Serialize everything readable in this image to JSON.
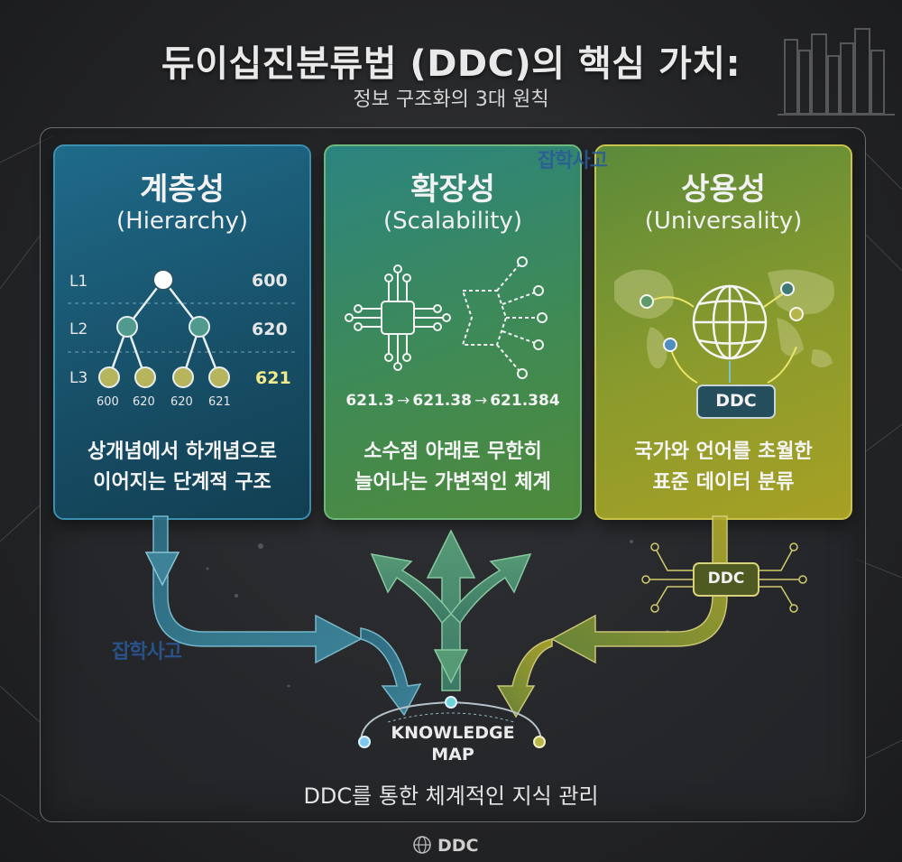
{
  "header": {
    "title": "듀이십진분류법 (DDC)의 핵심 가치:",
    "subtitle": "정보 구조화의 3대 원칙"
  },
  "cards": [
    {
      "title": "계층성",
      "subtitle": "(Hierarchy)",
      "levels": [
        {
          "label": "L1",
          "code": "600"
        },
        {
          "label": "L2",
          "code": "620"
        },
        {
          "label": "L3",
          "code": "621"
        }
      ],
      "leaf_codes": [
        "600",
        "620",
        "620",
        "621"
      ],
      "desc_line1": "상개념에서 하개념으로",
      "desc_line2": "이어지는 단계적 구조"
    },
    {
      "title": "확장성",
      "subtitle": "(Scalability)",
      "sequence": [
        "621.3",
        "621.38",
        "621.384"
      ],
      "desc_line1": "소수점 아래로 무한히",
      "desc_line2": "늘어나는 가변적인 체계"
    },
    {
      "title": "상용성",
      "subtitle": "(Universality)",
      "badge": "DDC",
      "desc_line1": "국가와 언어를 초월한",
      "desc_line2": "표준 데이터 분류"
    }
  ],
  "flow": {
    "chip_label": "DDC",
    "hub_line1": "KNOWLEDGE",
    "hub_line2": "MAP"
  },
  "footer": {
    "note": "DDC를 통한 체계적인 지식 관리",
    "logo_text": "DDC"
  },
  "watermarks": [
    "잡학사고",
    "잡학사고"
  ],
  "colors": {
    "hierarchy": "#1f6b8a",
    "scalability": "#3f8a55",
    "universality": "#a7a024",
    "background": "#242527"
  }
}
